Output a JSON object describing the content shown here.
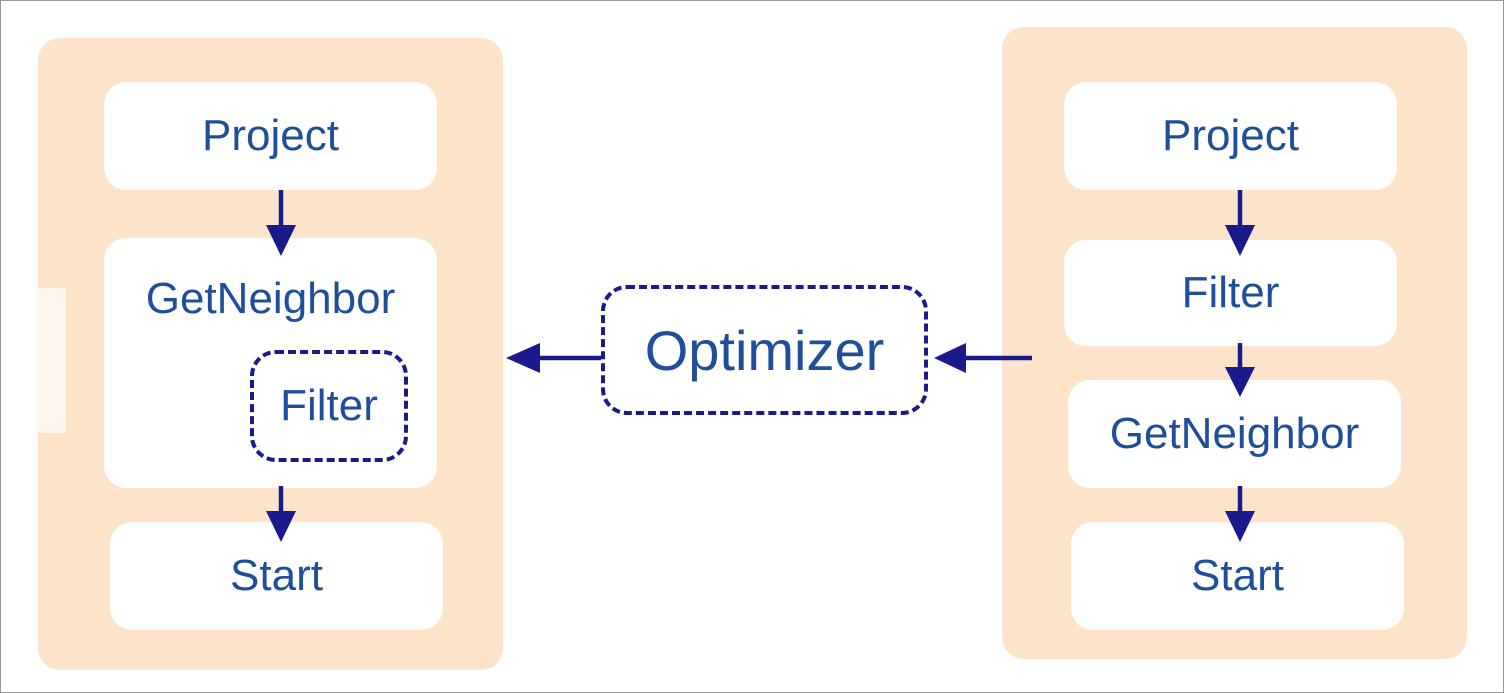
{
  "left_plan": {
    "project": "Project",
    "getneighbor": "GetNeighbor",
    "filter": "Filter",
    "start": "Start"
  },
  "optimizer": {
    "label": "Optimizer"
  },
  "right_plan": {
    "project": "Project",
    "filter": "Filter",
    "getneighbor": "GetNeighbor",
    "start": "Start"
  },
  "colors": {
    "panel": "#fde3c9",
    "node": "#ffffff",
    "text": "#1f4f9b",
    "arrow": "#1a1a8c"
  }
}
